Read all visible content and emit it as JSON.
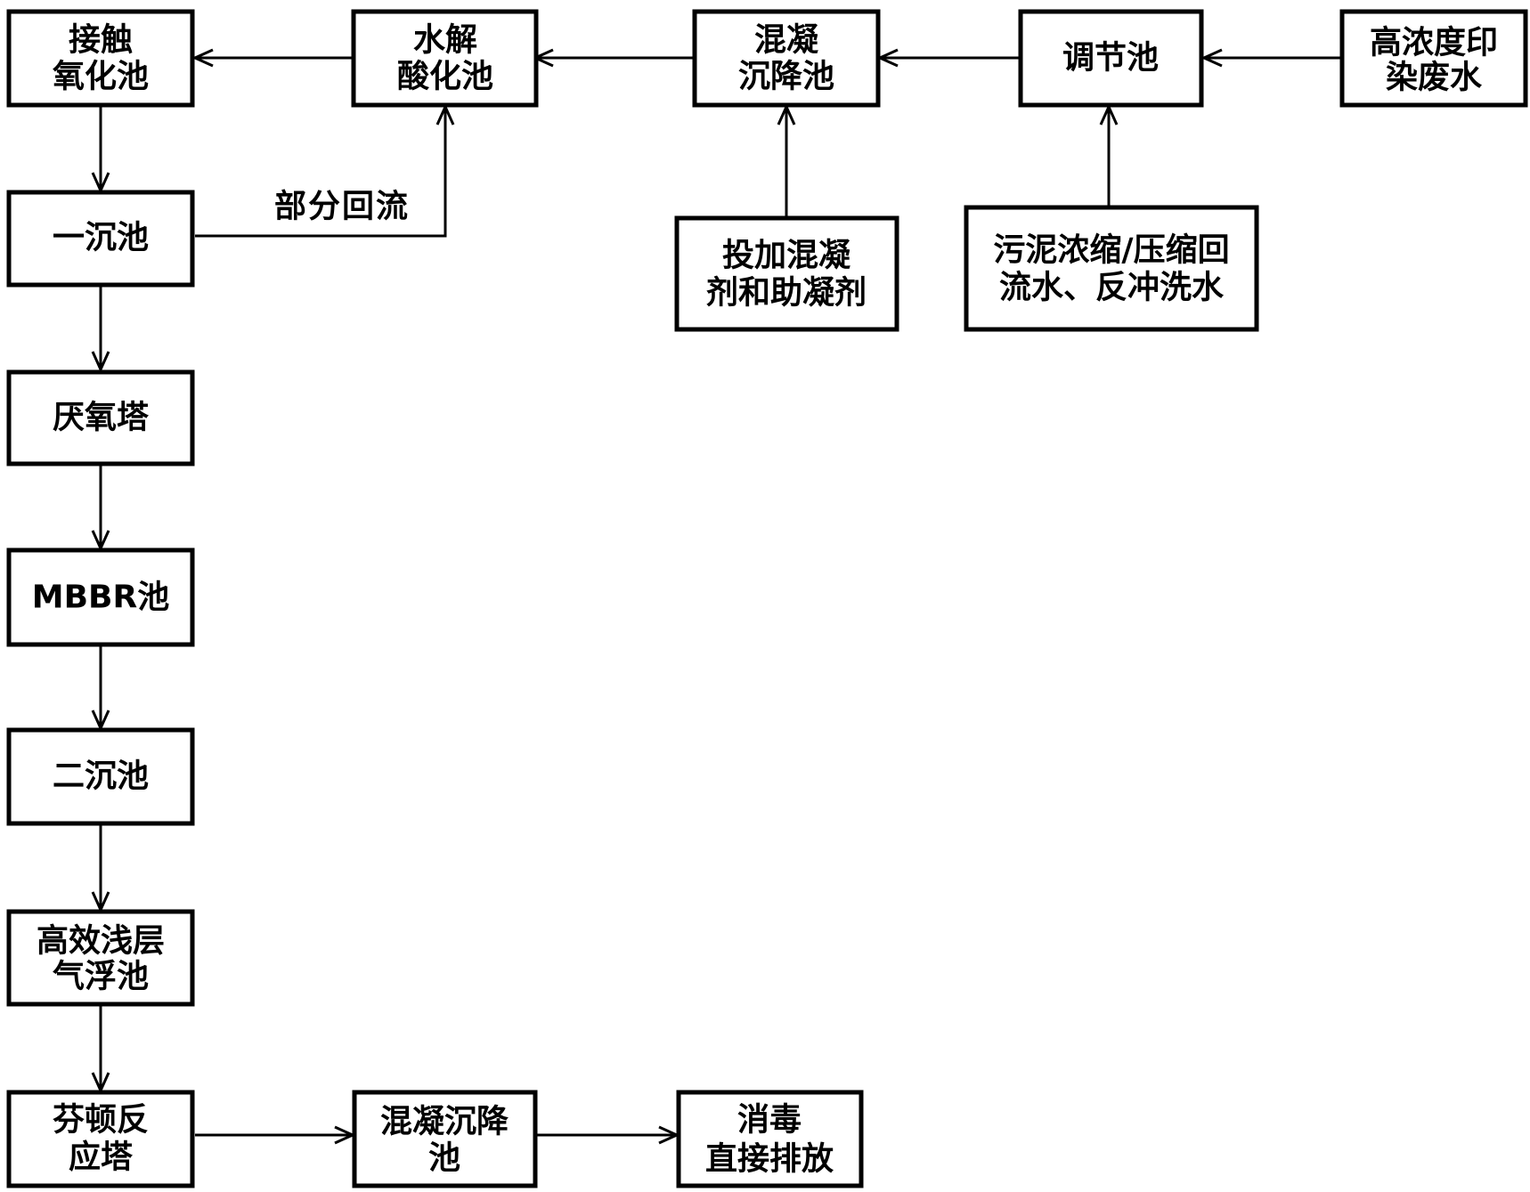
{
  "nodes": {
    "high_conc_wastewater": {
      "lines": [
        "高浓度印",
        "染废水"
      ]
    },
    "regulating_tank": {
      "lines": [
        "调节池"
      ]
    },
    "coag_settling_tank_1": {
      "lines": [
        "混凝",
        "沉降池"
      ]
    },
    "hydrolysis_acidification_tank": {
      "lines": [
        "水解",
        "酸化池"
      ]
    },
    "contact_oxidation_tank": {
      "lines": [
        "接触",
        "氧化池"
      ]
    },
    "primary_settling_tank": {
      "lines": [
        "一沉池"
      ]
    },
    "anaerobic_tower": {
      "lines": [
        "厌氧塔"
      ]
    },
    "mbbr_tank": {
      "lines": [
        "MBBR池"
      ]
    },
    "secondary_settling_tank": {
      "lines": [
        "二沉池"
      ]
    },
    "air_flotation_tank": {
      "lines": [
        "高效浅层",
        "气浮池"
      ]
    },
    "fenton_tower": {
      "lines": [
        "芬顿反",
        "应塔"
      ]
    },
    "coag_settling_tank_2": {
      "lines": [
        "混凝沉降",
        "池"
      ]
    },
    "disinfection_discharge": {
      "lines": [
        "消毒",
        "直接排放"
      ]
    },
    "coagulant_dosing": {
      "lines": [
        "投加混凝",
        "剂和助凝剂"
      ]
    },
    "sludge_backwash_water": {
      "lines": [
        "污泥浓缩/压缩回",
        "流水、反冲洗水"
      ]
    }
  },
  "edge_labels": {
    "partial_reflux": "部分回流"
  },
  "colors": {
    "stroke": "#000000",
    "fill": "#ffffff",
    "text": "#000000"
  }
}
